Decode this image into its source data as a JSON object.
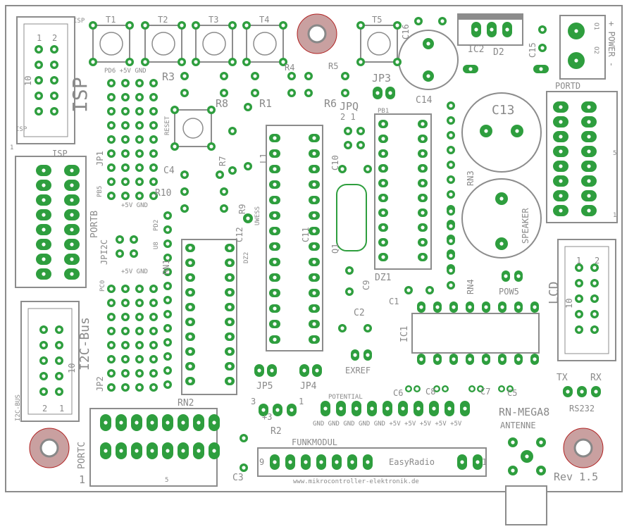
{
  "board": {
    "name": "RN-MEGA8",
    "revision": "Rev 1.5",
    "url": "www.mikrocontroller-elektronik.de"
  },
  "buttons": {
    "t1": "T1",
    "t2": "T2",
    "t3": "T3",
    "t4": "T4",
    "t5": "T5",
    "reset": "RESET"
  },
  "headers": {
    "isp": "ISP",
    "isp_small": "ISP",
    "isp_pin1": "1",
    "isp_pin2": "2",
    "isp_pin10": "10",
    "portb": "PORTB",
    "portb_top": "ISP",
    "portb_pin1": "1",
    "portd": "PORTD",
    "portd_pin1": "1",
    "portd_pin5": "5",
    "portc": "PORTC",
    "portc_pin1": "1",
    "portc_pin5": "5",
    "i2c_bus": "I2C-Bus",
    "i2c_bus_small": "I2C-BUS",
    "i2c_pin1": "1",
    "i2c_pin2": "2",
    "i2c_pin10": "10",
    "lcd": "LCD",
    "lcd_pin1": "1",
    "lcd_pin2": "2",
    "lcd_pin10": "10",
    "funkmodul": "FUNKMODUL",
    "easyradio": "EasyRadio",
    "funk_pin9": "9",
    "funk_pin1": "1",
    "antenne": "ANTENNE",
    "power": "+ POWER -",
    "o1": "O1",
    "o2": "O2",
    "rs232": "RS232",
    "tx": "TX",
    "rx": "RX",
    "speaker": "SPEAKER",
    "potential": "POTENTIAL"
  },
  "jumpers": {
    "jp1": "JP1",
    "jp2": "JP2",
    "jp3": "JP3",
    "jp4": "JP4",
    "jp5": "JP5",
    "jpq": "JPQ",
    "jpq_pins": "2  1",
    "jpi2c": "JPI2C",
    "pow5": "POW5",
    "exref": "EXREF"
  },
  "silk": {
    "pd6_row": "PD6 +5V  GND",
    "pb5": "PB5",
    "gnd_row1": "+5V GND",
    "pd2": "PD2",
    "u8": "U8",
    "pc0": "PC0",
    "gnd_row2": "+5V GND",
    "pb1": "PB1",
    "dz2_small": "DZ2",
    "uwess": "UWESS",
    "pot_gnd": "GND GND GND GND GND +5V +5V +5V +5V +5V",
    "r2_3": "3",
    "r2_1": "1",
    "r2_dir": "+3"
  },
  "components": {
    "r1": "R1",
    "r2": "R2",
    "r3": "R3",
    "r4": "R4",
    "r5": "R5",
    "r6": "R6",
    "r7": "R7",
    "r8": "R8",
    "r9": "R9",
    "r10": "R10",
    "c1": "C1",
    "c2": "C2",
    "c3": "C3",
    "c4": "C4",
    "c5": "C5",
    "c6": "C6",
    "c7": "C7",
    "c8": "C8",
    "c9": "C9",
    "c10": "C10",
    "c11": "C11",
    "c12": "C12",
    "c13": "C13",
    "c14": "C14",
    "c15": "C15",
    "c16": "C16",
    "ic1": "IC1",
    "ic2": "IC2",
    "d2": "D2",
    "l1": "L1",
    "q1": "Q1",
    "dz1": "DZ1",
    "rn1": "RN1",
    "rn2": "RN2",
    "rn3": "RN3",
    "rn4": "RN4"
  },
  "colors": {
    "pad": "#2e9e3e",
    "silk": "#8c8c8c",
    "hole_red": "#c02828",
    "background": "#ffffff"
  }
}
